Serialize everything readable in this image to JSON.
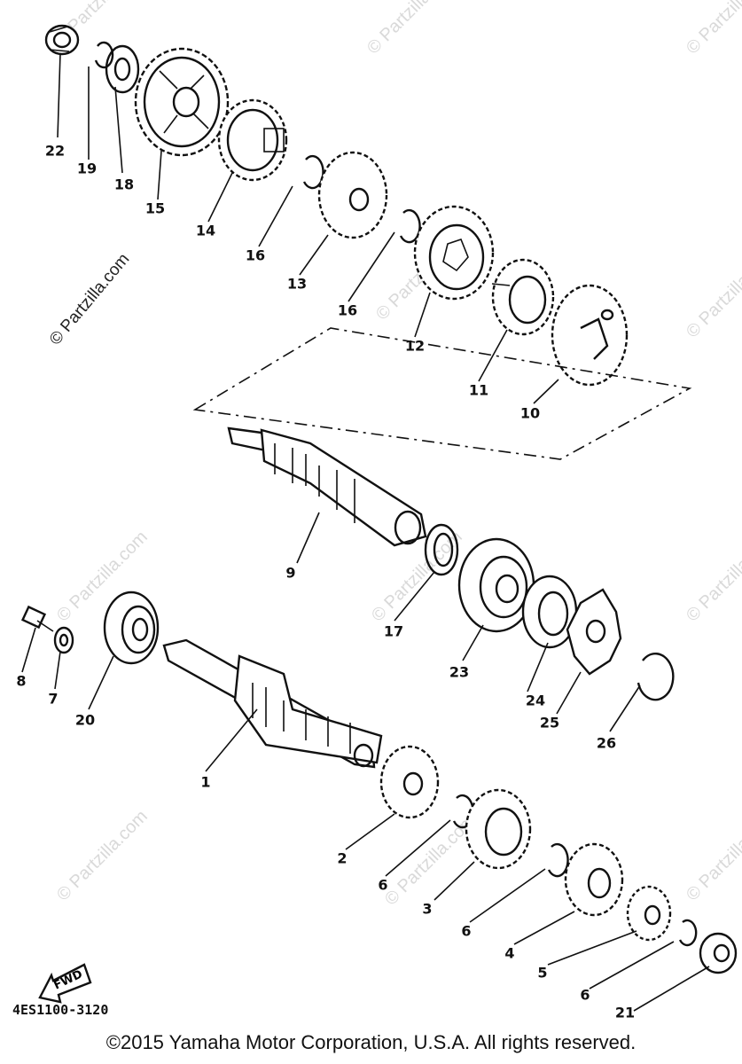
{
  "watermark": "© Partzilla.com",
  "part_code": "4ES1100-3120",
  "fwd_label": "FWD",
  "copyright": "©2015 Yamaha Motor Corporation, U.S.A. All rights reserved.",
  "callouts": [
    {
      "id": "c22",
      "label": "22"
    },
    {
      "id": "c19",
      "label": "19"
    },
    {
      "id": "c18",
      "label": "18"
    },
    {
      "id": "c15",
      "label": "15"
    },
    {
      "id": "c14",
      "label": "14"
    },
    {
      "id": "c16a",
      "label": "16"
    },
    {
      "id": "c13",
      "label": "13"
    },
    {
      "id": "c16b",
      "label": "16"
    },
    {
      "id": "c12",
      "label": "12"
    },
    {
      "id": "c11",
      "label": "11"
    },
    {
      "id": "c10",
      "label": "10"
    },
    {
      "id": "c9",
      "label": "9"
    },
    {
      "id": "c17",
      "label": "17"
    },
    {
      "id": "c23",
      "label": "23"
    },
    {
      "id": "c24",
      "label": "24"
    },
    {
      "id": "c25",
      "label": "25"
    },
    {
      "id": "c26",
      "label": "26"
    },
    {
      "id": "c8",
      "label": "8"
    },
    {
      "id": "c7",
      "label": "7"
    },
    {
      "id": "c20",
      "label": "20"
    },
    {
      "id": "c1",
      "label": "1"
    },
    {
      "id": "c2",
      "label": "2"
    },
    {
      "id": "c6a",
      "label": "6"
    },
    {
      "id": "c3",
      "label": "3"
    },
    {
      "id": "c6b",
      "label": "6"
    },
    {
      "id": "c4",
      "label": "4"
    },
    {
      "id": "c5",
      "label": "5"
    },
    {
      "id": "c6c",
      "label": "6"
    },
    {
      "id": "c21",
      "label": "21"
    }
  ]
}
